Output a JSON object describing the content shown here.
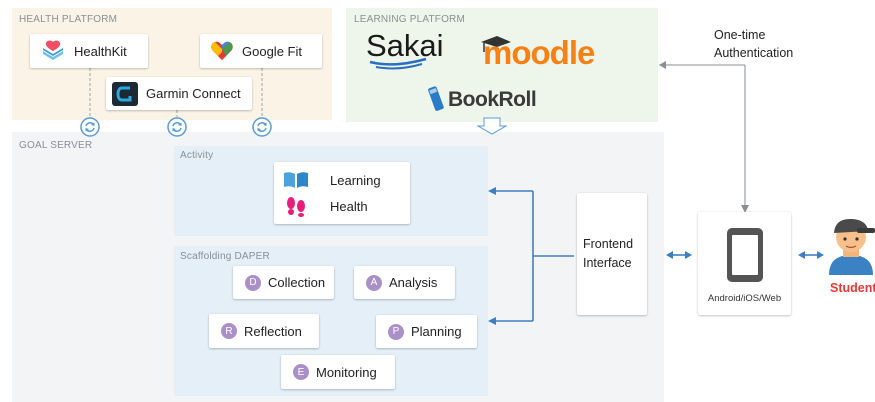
{
  "health_platform": {
    "title": "HEALTH PLATFORM",
    "items": [
      "HealthKit",
      "Google Fit",
      "Garmin Connect"
    ]
  },
  "learning_platform": {
    "title": "LEARNING PLATFORM",
    "logos": [
      "Sakai",
      "moodle",
      "BookRoll"
    ]
  },
  "goal_server": {
    "title": "GOAL SERVER",
    "activity": {
      "title": "Activity",
      "items": [
        "Learning",
        "Health"
      ]
    },
    "scaffolding": {
      "title": "Scaffolding DAPER",
      "items": [
        {
          "letter": "D",
          "label": "Collection"
        },
        {
          "letter": "A",
          "label": "Analysis"
        },
        {
          "letter": "R",
          "label": "Reflection"
        },
        {
          "letter": "P",
          "label": "Planning"
        },
        {
          "letter": "E",
          "label": "Monitoring"
        }
      ]
    }
  },
  "frontend": {
    "line1": "Frontend",
    "line2": "Interface"
  },
  "auth": {
    "line1": "One-time",
    "line2": "Authentication"
  },
  "device": {
    "label": "Android/iOS/Web"
  },
  "student": {
    "label": "Student"
  },
  "colors": {
    "health_bg": "#fbf3e6",
    "learning_bg": "#eef5ea",
    "server_bg": "#f2f4f6",
    "inner_bg": "#e4eff8",
    "arrow_blue": "#3d7fc1",
    "avatar_purple": "#a991c7",
    "student_red": "#e53935"
  }
}
